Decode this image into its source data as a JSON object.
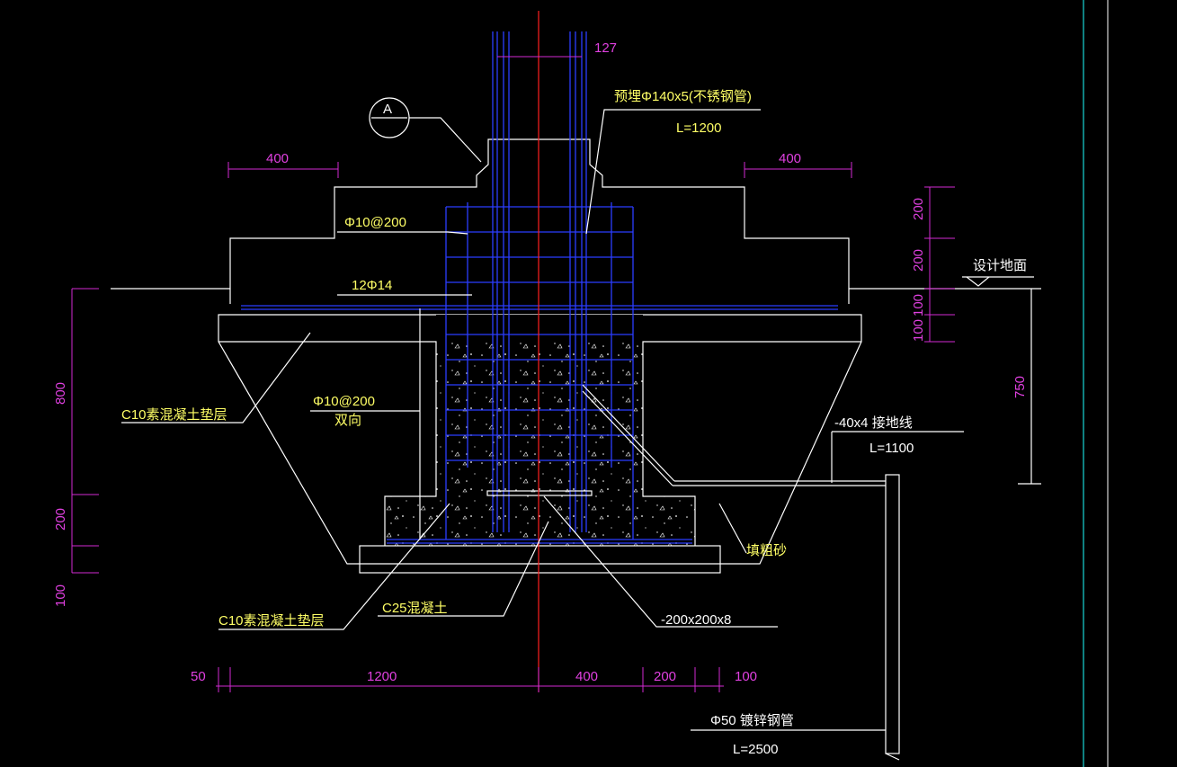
{
  "colors": {
    "background": "#000000",
    "outline": "#ffffff",
    "rebar": "#2b3dff",
    "dimension": "#d22ad2",
    "annotation": "#ffff66",
    "centerline": "#ff2020",
    "frame": "#19d6d6"
  },
  "dimensions": {
    "top_tube_gap": "127",
    "step_left_width": "400",
    "step_right_width": "400",
    "right_tier_top": "200",
    "right_tier_mid": "200",
    "right_tier_low_a": "100",
    "right_tier_low_b": "100",
    "right_depth": "750",
    "left_height_main": "800",
    "left_height_mid": "200",
    "left_height_base": "100",
    "bottom_a": "50",
    "bottom_b": "1200",
    "bottom_c": "400",
    "bottom_d": "200",
    "bottom_e": "100"
  },
  "labels": {
    "detail_marker": "A",
    "embedded_tube": "预埋Φ140x5(不锈钢管)",
    "embedded_tube_length": "L=1200",
    "stirrup_upper": "Φ10@200",
    "top_bars": "12Φ14",
    "design_ground": "设计地面",
    "cushion_upper": "C10素混凝土垫层",
    "mesh_bars": "Φ10@200",
    "mesh_bars_note": "双向",
    "ground_wire": "-40x4  接地线",
    "ground_wire_length": "L=1100",
    "fill_sand": "填粗砂",
    "cushion_lower": "C10素混凝土垫层",
    "concrete_grade": "C25混凝土",
    "base_plate": "-200x200x8",
    "galvanized_pipe": "Φ50  镀锌钢管",
    "galvanized_pipe_length": "L=2500"
  }
}
